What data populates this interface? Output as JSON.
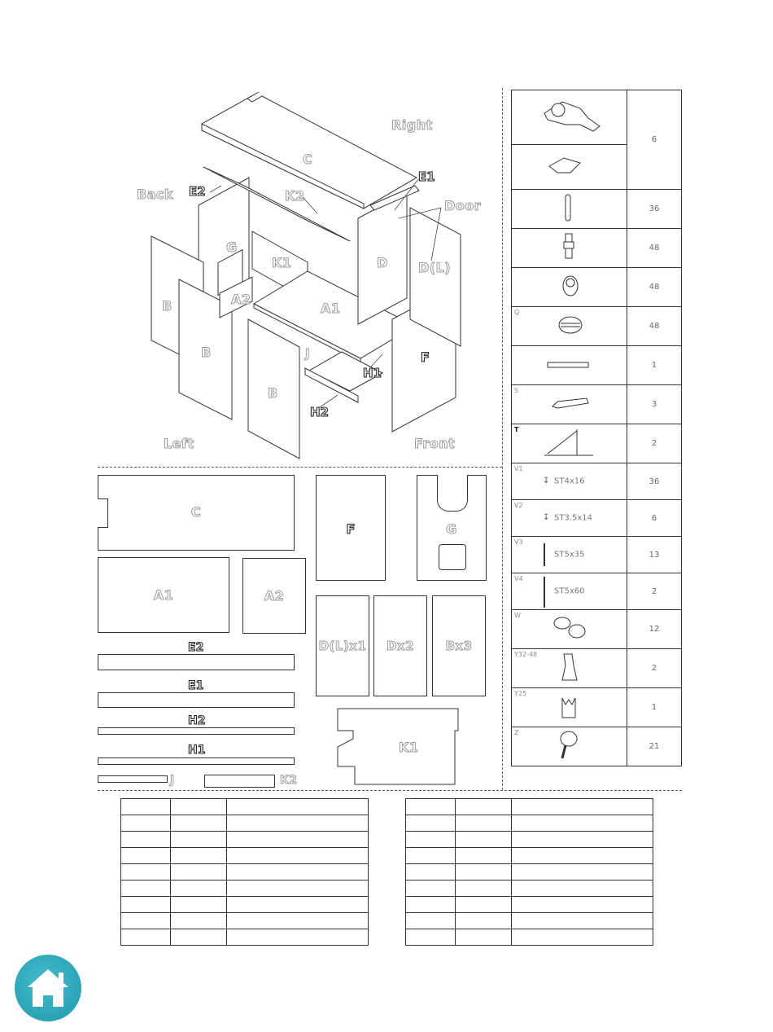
{
  "assembly": {
    "direction_labels": {
      "right": "Right",
      "back": "Back",
      "door": "Door",
      "left": "Left",
      "front": "Front"
    },
    "part_labels": {
      "C": "C",
      "E2": "E2",
      "E1": "E1",
      "K2": "K2",
      "G": "G",
      "K1": "K1",
      "D": "D",
      "DL": "D(L)",
      "B1": "B",
      "B2": "B",
      "B3": "B",
      "A2": "A2",
      "A1": "A1",
      "J": "J",
      "H1": "H1",
      "F": "F",
      "H2": "H2"
    }
  },
  "parts": {
    "C": "C",
    "F": "F",
    "G": "G",
    "A1": "A1",
    "A2": "A2",
    "DL": "D(L)x1",
    "D": "Dx2",
    "B": "Bx3",
    "E2": "E2",
    "E1": "E1",
    "H2": "H2",
    "H1": "H1",
    "J": "J",
    "K2": "K2",
    "K1": "K1"
  },
  "hardware": {
    "hinge_qty": "6",
    "rows": [
      {
        "code": "",
        "text": "",
        "qty": "36"
      },
      {
        "code": "",
        "text": "",
        "qty": "48"
      },
      {
        "code": "",
        "text": "",
        "qty": "48"
      },
      {
        "code": "Q",
        "text": "",
        "qty": "48"
      },
      {
        "code": "",
        "text": "",
        "qty": "1"
      },
      {
        "code": "S",
        "text": "",
        "qty": "3"
      },
      {
        "code": "T",
        "text": "",
        "qty": "2"
      },
      {
        "code": "V1",
        "text": "ST4x16",
        "qty": "36"
      },
      {
        "code": "V2",
        "text": "ST3.5x14",
        "qty": "6"
      },
      {
        "code": "V3",
        "text": "ST5x35",
        "qty": "13"
      },
      {
        "code": "V4",
        "text": "ST5x60",
        "qty": "2"
      },
      {
        "code": "W",
        "text": "",
        "qty": "12"
      },
      {
        "code": "Y32-48",
        "text": "",
        "qty": "2"
      },
      {
        "code": "Y25",
        "text": "",
        "qty": "1"
      },
      {
        "code": "Z",
        "text": "",
        "qty": "21"
      }
    ]
  },
  "home_button": {
    "icon": "home-icon",
    "color": "#2ba3b6"
  }
}
